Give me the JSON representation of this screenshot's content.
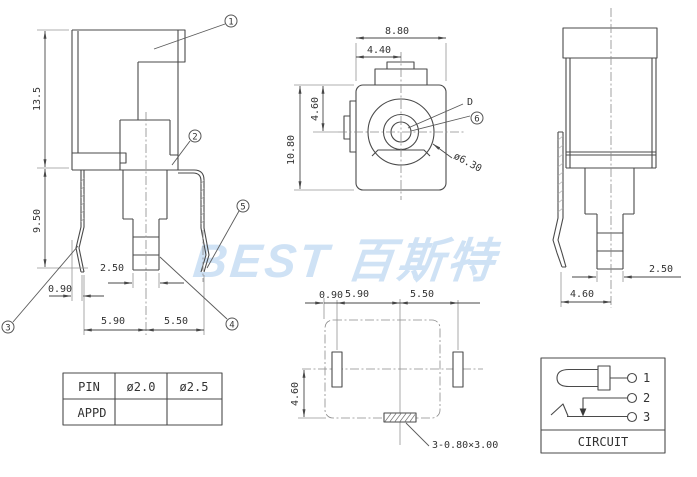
{
  "drawing": {
    "watermark_text": "BEST 百斯特",
    "line_color": "#4a4a4a",
    "watermark_color": "#cfe2f5",
    "views": {
      "side_left": {
        "dim_body_height": "13.5",
        "dim_lower_height": "9.50",
        "dim_pin_offset": "0.90",
        "dim_tip_width": "2.50",
        "dim_pitch_left": "5.90",
        "dim_pitch_right": "5.50",
        "callout_1": "1",
        "callout_2": "2",
        "callout_3": "3",
        "callout_4": "4",
        "callout_5": "5"
      },
      "front": {
        "dim_body_width": "8.80",
        "dim_tab_width": "4.40",
        "dim_center_height": "4.60",
        "dim_body_height": "10.80",
        "dim_barrel_dia": "ø6.30",
        "label_d": "D",
        "callout_6": "6"
      },
      "side_right": {
        "dim_tip_width": "2.50",
        "dim_center_offset": "4.60"
      },
      "pcb_layout": {
        "dim_pad_offset": "0.90",
        "dim_pitch_left": "5.90",
        "dim_pitch_right": "5.50",
        "dim_center_height": "4.60",
        "slot_note": "3-0.80×3.00"
      }
    }
  },
  "spec_table": {
    "rows": [
      [
        "PIN",
        "ø2.0",
        "ø2.5"
      ],
      [
        "APPD",
        "",
        ""
      ]
    ]
  },
  "circuit": {
    "title": "CIRCUIT",
    "pin_1": "1",
    "pin_2": "2",
    "pin_3": "3"
  }
}
